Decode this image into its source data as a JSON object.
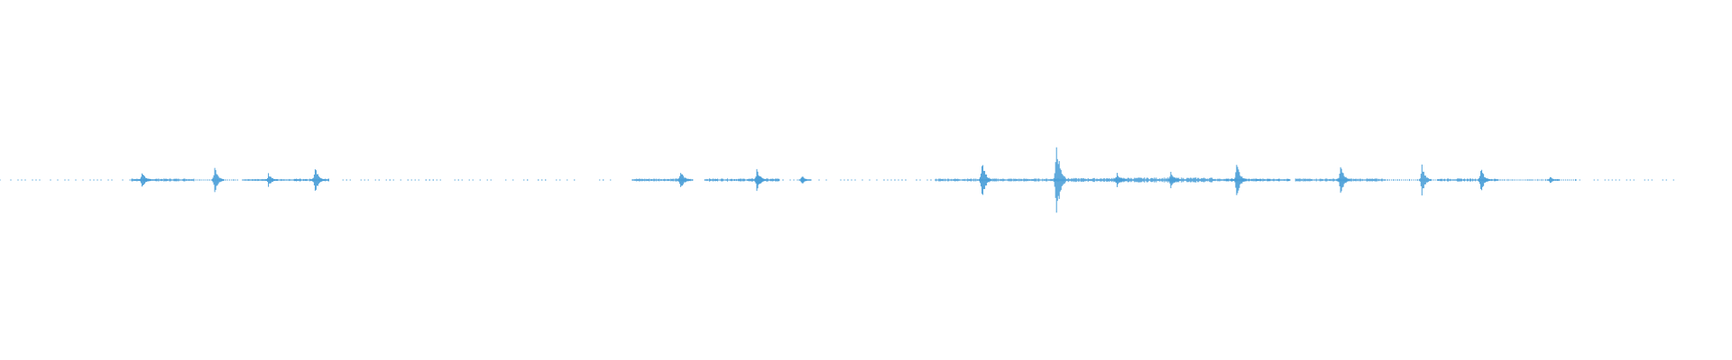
{
  "waveform": {
    "color": "#4a9fd8",
    "duration_fraction_visible": 0.79,
    "amplitude_scale": "normalized 0-1",
    "segments": [
      {
        "start": 0.0,
        "end": 0.076,
        "level": 0.01,
        "density": "dotted"
      },
      {
        "start": 0.076,
        "end": 0.112,
        "level": 0.03,
        "density": "solid"
      },
      {
        "start": 0.112,
        "end": 0.138,
        "level": 0.02,
        "density": "sparse"
      },
      {
        "start": 0.14,
        "end": 0.172,
        "level": 0.02,
        "density": "solid"
      },
      {
        "start": 0.17,
        "end": 0.19,
        "level": 0.03,
        "density": "solid"
      },
      {
        "start": 0.198,
        "end": 0.285,
        "level": 0.015,
        "density": "dotted"
      },
      {
        "start": 0.29,
        "end": 0.36,
        "level": 0.015,
        "density": "dotted"
      },
      {
        "start": 0.365,
        "end": 0.4,
        "level": 0.03,
        "density": "solid"
      },
      {
        "start": 0.407,
        "end": 0.45,
        "level": 0.03,
        "density": "solid"
      },
      {
        "start": 0.45,
        "end": 0.54,
        "level": 0.015,
        "density": "dotted"
      },
      {
        "start": 0.54,
        "end": 0.61,
        "level": 0.03,
        "density": "solid"
      },
      {
        "start": 0.61,
        "end": 0.64,
        "level": 0.04,
        "density": "solid"
      },
      {
        "start": 0.64,
        "end": 0.7,
        "level": 0.05,
        "density": "solid"
      },
      {
        "start": 0.7,
        "end": 0.745,
        "level": 0.03,
        "density": "solid"
      },
      {
        "start": 0.748,
        "end": 0.8,
        "level": 0.03,
        "density": "solid"
      },
      {
        "start": 0.8,
        "end": 0.83,
        "level": 0.02,
        "density": "sparse"
      },
      {
        "start": 0.83,
        "end": 0.865,
        "level": 0.03,
        "density": "solid"
      },
      {
        "start": 0.865,
        "end": 0.91,
        "level": 0.02,
        "density": "sparse"
      },
      {
        "start": 0.91,
        "end": 0.968,
        "level": 0.01,
        "density": "dotted"
      }
    ],
    "peaks": [
      {
        "pos": 0.082,
        "amp": 0.14
      },
      {
        "pos": 0.124,
        "amp": 0.2
      },
      {
        "pos": 0.155,
        "amp": 0.1
      },
      {
        "pos": 0.182,
        "amp": 0.22
      },
      {
        "pos": 0.393,
        "amp": 0.16
      },
      {
        "pos": 0.437,
        "amp": 0.18
      },
      {
        "pos": 0.463,
        "amp": 0.07
      },
      {
        "pos": 0.567,
        "amp": 0.32
      },
      {
        "pos": 0.61,
        "amp": 0.62
      },
      {
        "pos": 0.645,
        "amp": 0.1
      },
      {
        "pos": 0.676,
        "amp": 0.12
      },
      {
        "pos": 0.714,
        "amp": 0.28
      },
      {
        "pos": 0.774,
        "amp": 0.24
      },
      {
        "pos": 0.821,
        "amp": 0.22
      },
      {
        "pos": 0.855,
        "amp": 0.2
      },
      {
        "pos": 0.895,
        "amp": 0.05
      }
    ]
  }
}
